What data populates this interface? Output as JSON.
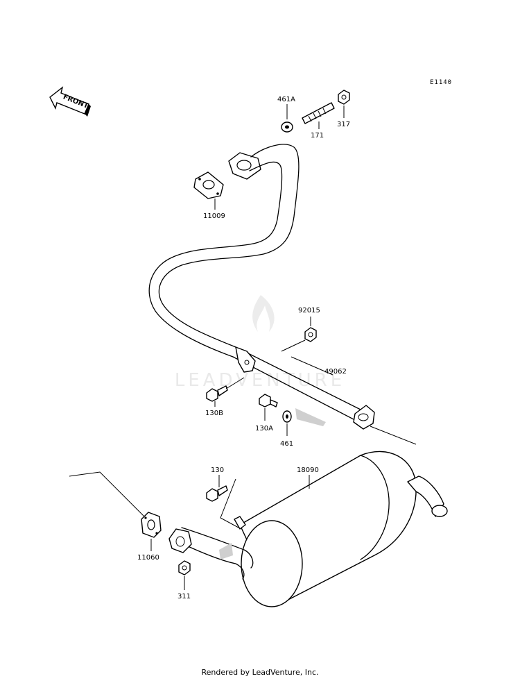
{
  "diagram_code": "E1140",
  "front_label": "FRONT",
  "watermark": "LEADVENTURE",
  "footer": "Rendered by LeadVenture, Inc.",
  "parts": {
    "p461A": "461A",
    "p171": "171",
    "p317": "317",
    "p11009": "11009",
    "p92015": "92015",
    "p49062": "49062",
    "p130B": "130B",
    "p130A": "130A",
    "p461": "461",
    "p130": "130",
    "p18090": "18090",
    "p11060": "11060",
    "p311": "311"
  }
}
